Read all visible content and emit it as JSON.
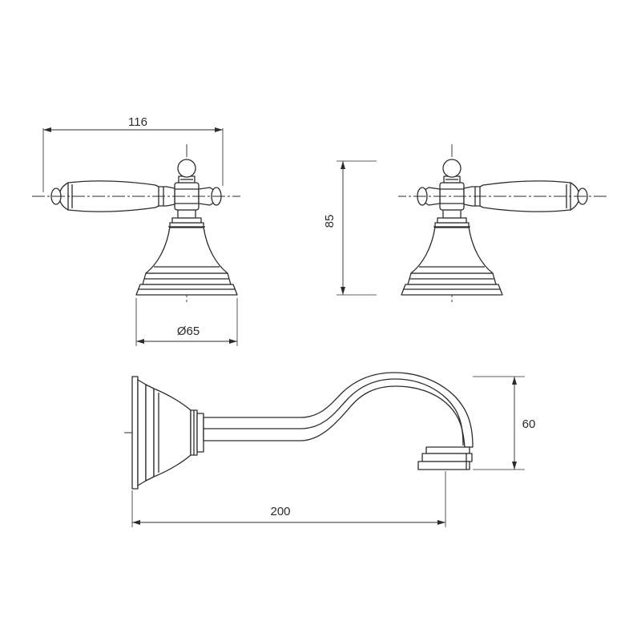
{
  "dimensions": {
    "handle_width": "116",
    "height": "85",
    "base_diameter": "Ø65",
    "spout_height": "60",
    "spout_projection": "200"
  }
}
